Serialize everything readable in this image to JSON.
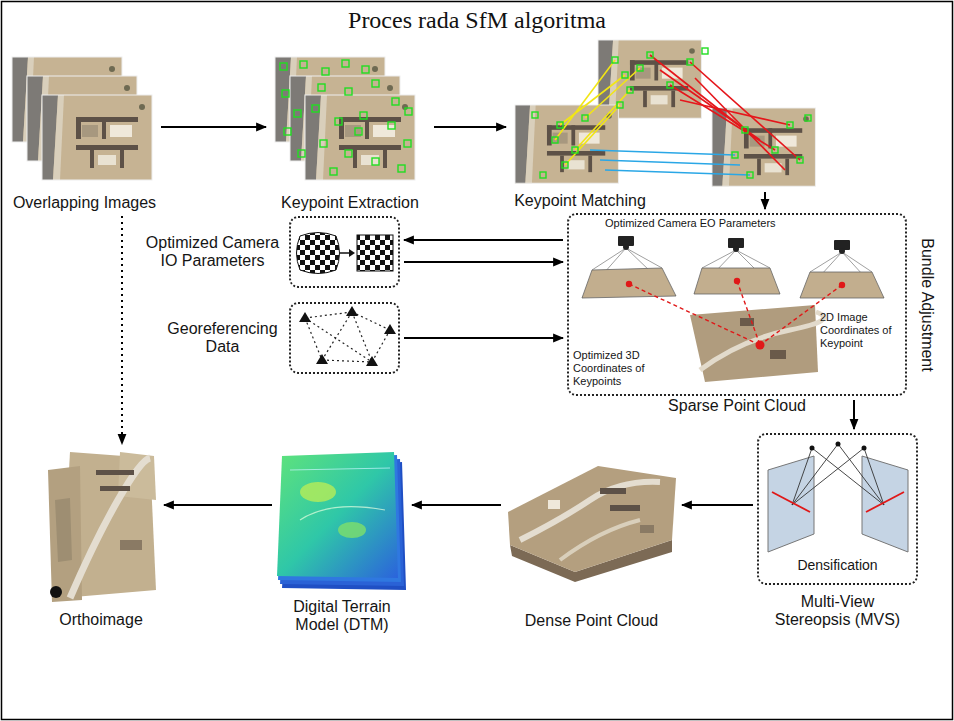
{
  "diagram": {
    "title": "Proces rada SfM algoritma",
    "nodes": [
      {
        "text": [
          "Overlapping Images"
        ]
      },
      {
        "text": [
          "Keypoint Extraction"
        ]
      },
      {
        "text": [
          "Keypoint Matching"
        ]
      },
      {
        "text": [
          "Optimized Camera IO Parameters"
        ]
      },
      {
        "text": [
          "Optimized Camera EO Parameters",
          "2D Image Coordinates of Keypoint",
          "Optimized 3D Coordinates of Keypoints",
          "Sparse Point Cloud",
          "Bundle Adjustment"
        ]
      },
      {
        "text": [
          "Georeferencing Data"
        ]
      },
      {
        "text": [
          "Orthoimage"
        ]
      },
      {
        "text": [
          "Digital Terrain Model (DTM)"
        ]
      },
      {
        "text": [
          "Dense Point Cloud"
        ]
      },
      {
        "text": [
          "Densification",
          "Multi-View Stereopsis (MVS)"
        ]
      }
    ],
    "edges": [
      {
        "from": 0,
        "to": 1,
        "arrow": "to"
      },
      {
        "from": 1,
        "to": 2,
        "arrow": "to"
      },
      {
        "from": 2,
        "to": 4,
        "arrow": "to"
      },
      {
        "from": 4,
        "to": 3,
        "arrow": "to"
      },
      {
        "from": 3,
        "to": 4,
        "arrow": "to"
      },
      {
        "from": 5,
        "to": 4,
        "arrow": "to"
      },
      {
        "from": 4,
        "to": 9,
        "arrow": "to"
      },
      {
        "from": 9,
        "to": 8,
        "arrow": "to"
      },
      {
        "from": 8,
        "to": 7,
        "arrow": "to"
      },
      {
        "from": 7,
        "to": 6,
        "arrow": "to"
      },
      {
        "from": 0,
        "to": 6,
        "arrow": "to"
      }
    ]
  }
}
